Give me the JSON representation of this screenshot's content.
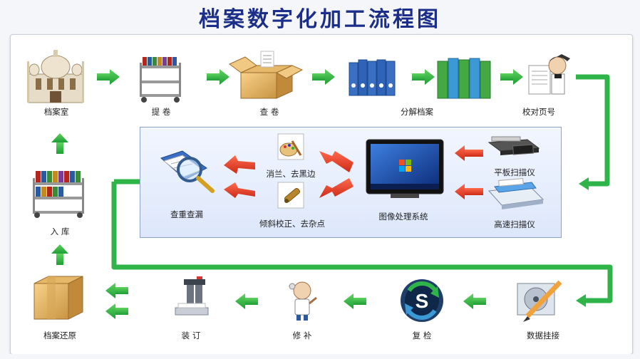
{
  "title": "档案数字化加工流程图",
  "colors": {
    "title": "#1b2f8a",
    "arrow_green": "#2fb44a",
    "arrow_red": "#e8432f",
    "inner_box_border": "#8fa3c9"
  },
  "steps": {
    "archive_room": "档案室",
    "retrieve": "提 卷",
    "check": "查 卷",
    "split": "分解档案",
    "page_numbers": "校对页号",
    "flatbed_scanner": "平板扫描仪",
    "highspeed_scanner": "高速扫描仪",
    "image_system": "图像处理系统",
    "despeckle": "消兰、去黑边",
    "deskew": "倾斜校正、去杂点",
    "dedupe_check": "查重查漏",
    "warehouse": "入 库",
    "return": "档案还原",
    "binding": "装 订",
    "repair": "修 补",
    "recheck": "复 检",
    "data_mount": "数据挂接"
  }
}
